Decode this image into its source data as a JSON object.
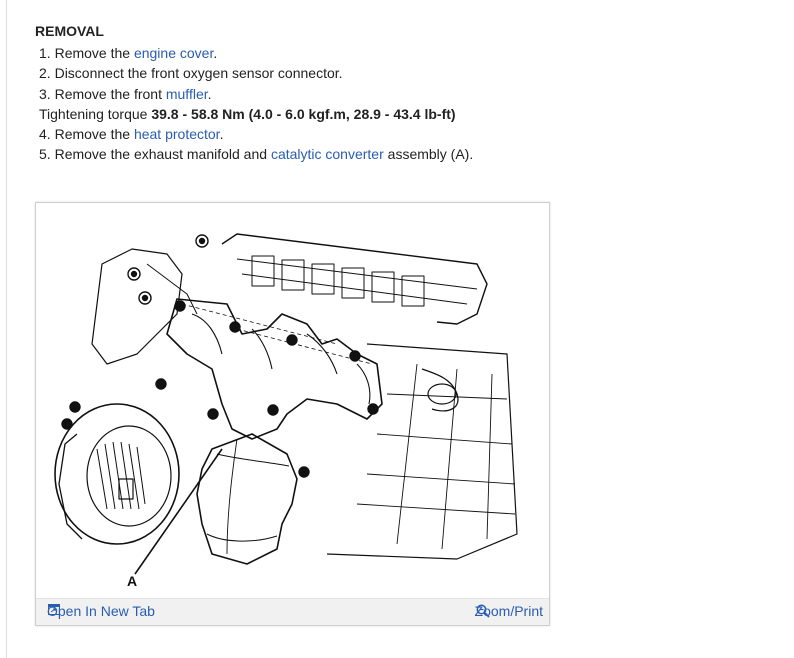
{
  "heading": "REMOVAL",
  "steps": [
    {
      "num": "1.",
      "pre": "Remove the ",
      "link": "engine cover",
      "post": "."
    },
    {
      "num": "2.",
      "pre": "Disconnect the front oxygen sensor connector.",
      "link": "",
      "post": ""
    },
    {
      "num": "3.",
      "pre": "Remove the front ",
      "link": "muffler",
      "post": "."
    },
    {
      "num": "4.",
      "pre": "Remove the ",
      "link": "heat protector",
      "post": "."
    },
    {
      "num": "5.",
      "pre": "Remove the exhaust manifold and ",
      "link": "catalytic converter",
      "post": " assembly (A)."
    }
  ],
  "torque": {
    "label": "Tightening torque ",
    "value": "39.8 - 58.8 Nm (4.0 - 6.0 kgf.m, 28.9 - 43.4 lb-ft)"
  },
  "figure": {
    "callout": "A",
    "open_tab": "Open In New Tab",
    "zoom": "Zoom/Print"
  },
  "colors": {
    "link": "#2a5db0",
    "text": "#222222",
    "footer_bg": "#f1f1f1"
  },
  "icons": {
    "open_tab": "open-tab-icon",
    "zoom": "zoom-icon"
  }
}
